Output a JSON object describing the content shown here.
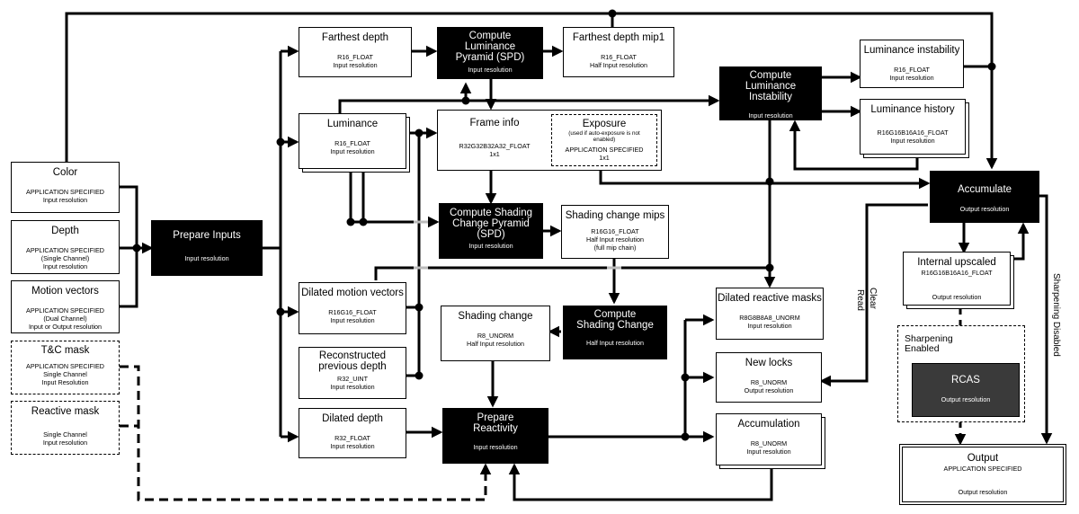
{
  "nodes": {
    "color": {
      "title": "Color",
      "lines": [
        "APPLICATION SPECIFIED",
        "Input resolution"
      ]
    },
    "depth": {
      "title": "Depth",
      "lines": [
        "APPLICATION SPECIFIED",
        "(Single Channel)",
        "Input resolution"
      ]
    },
    "motion": {
      "title": "Motion vectors",
      "lines": [
        "APPLICATION SPECIFIED",
        "(Dual Channel)",
        "Input or Output resolution"
      ]
    },
    "tc_mask": {
      "title": "T&C mask",
      "lines": [
        "APPLICATION SPECIFIED",
        "Single Channel",
        "Input Resolution"
      ]
    },
    "reactive_mask": {
      "title": "Reactive mask",
      "lines": [
        "Single Channel",
        "Input resolution"
      ]
    },
    "prepare_inputs": {
      "title": "Prepare Inputs",
      "lines": [
        "Input resolution"
      ]
    },
    "farthest_depth": {
      "title": "Farthest depth",
      "lines": [
        "R16_FLOAT",
        "Input resolution"
      ]
    },
    "luminance": {
      "title": "Luminance",
      "lines": [
        "R16_FLOAT",
        "Input resolution"
      ]
    },
    "dilated_mv": {
      "title": "Dilated motion vectors",
      "lines": [
        "R16G16_FLOAT",
        "Input resolution"
      ]
    },
    "recon_depth": {
      "title": "Reconstructed previous depth",
      "lines": [
        "R32_UINT",
        "Input resolution"
      ]
    },
    "dilated_depth": {
      "title": "Dilated depth",
      "lines": [
        "R32_FLOAT",
        "Input resolution"
      ]
    },
    "lum_pyramid": {
      "title": "Compute Luminance Pyramid (SPD)",
      "lines": [
        "Input resolution"
      ]
    },
    "farthest_mip1": {
      "title": "Farthest depth mip1",
      "lines": [
        "R16_FLOAT",
        "Half Input resolution"
      ]
    },
    "frame_info": {
      "title": "Frame info",
      "lines": [
        "R32G32B32A32_FLOAT",
        "1x1"
      ]
    },
    "exposure": {
      "title": "Exposure",
      "note": "(used if auto-exposure is not enabled)",
      "lines": [
        "APPLICATION SPECIFIED",
        "1x1"
      ]
    },
    "shading_pyramid": {
      "title": "Compute Shading Change Pyramid (SPD)",
      "lines": [
        "Input resolution"
      ]
    },
    "shading_mips": {
      "title": "Shading change mips",
      "lines": [
        "R16G16_FLOAT",
        "Half Input resolution",
        "(full mip chain)"
      ]
    },
    "shading_change": {
      "title": "Shading change",
      "lines": [
        "R8_UNORM",
        "Half Input resolution"
      ]
    },
    "compute_shading": {
      "title": "Compute Shading Change",
      "lines": [
        "Half Input resolution"
      ]
    },
    "prepare_reactivity": {
      "title": "Prepare Reactivity",
      "lines": [
        "Input resolution"
      ]
    },
    "lum_instability_pass": {
      "title": "Compute Luminance Instability",
      "lines": [
        "Input resolution"
      ]
    },
    "lum_instability": {
      "title": "Luminance instability",
      "lines": [
        "R16_FLOAT",
        "Input resolution"
      ]
    },
    "lum_history": {
      "title": "Luminance history",
      "lines": [
        "R16G16B16A16_FLOAT",
        "Input resolution"
      ]
    },
    "dilated_reactive": {
      "title": "Dilated reactive masks",
      "lines": [
        "R8G8B8A8_UNORM",
        "Input resolution"
      ]
    },
    "new_locks": {
      "title": "New locks",
      "lines": [
        "R8_UNORM",
        "Output resolution"
      ]
    },
    "accumulation": {
      "title": "Accumulation",
      "lines": [
        "R8_UNORM",
        "Input resolution"
      ]
    },
    "accumulate": {
      "title": "Accumulate",
      "lines": [
        "Output resolution"
      ]
    },
    "internal_upscaled": {
      "title": "Internal upscaled",
      "lines": [
        "R16G16B16A16_FLOAT",
        "Output resolution"
      ]
    },
    "sharpening_group": {
      "title": "Sharpening Enabled"
    },
    "rcas": {
      "title": "RCAS",
      "lines": [
        "Output resolution"
      ]
    },
    "output": {
      "title": "Output",
      "lines": [
        "APPLICATION SPECIFIED",
        "Output resolution"
      ]
    }
  },
  "labels": {
    "read": "Read",
    "clear": "Clear",
    "sharpening_disabled": "Sharpening Disabled"
  }
}
